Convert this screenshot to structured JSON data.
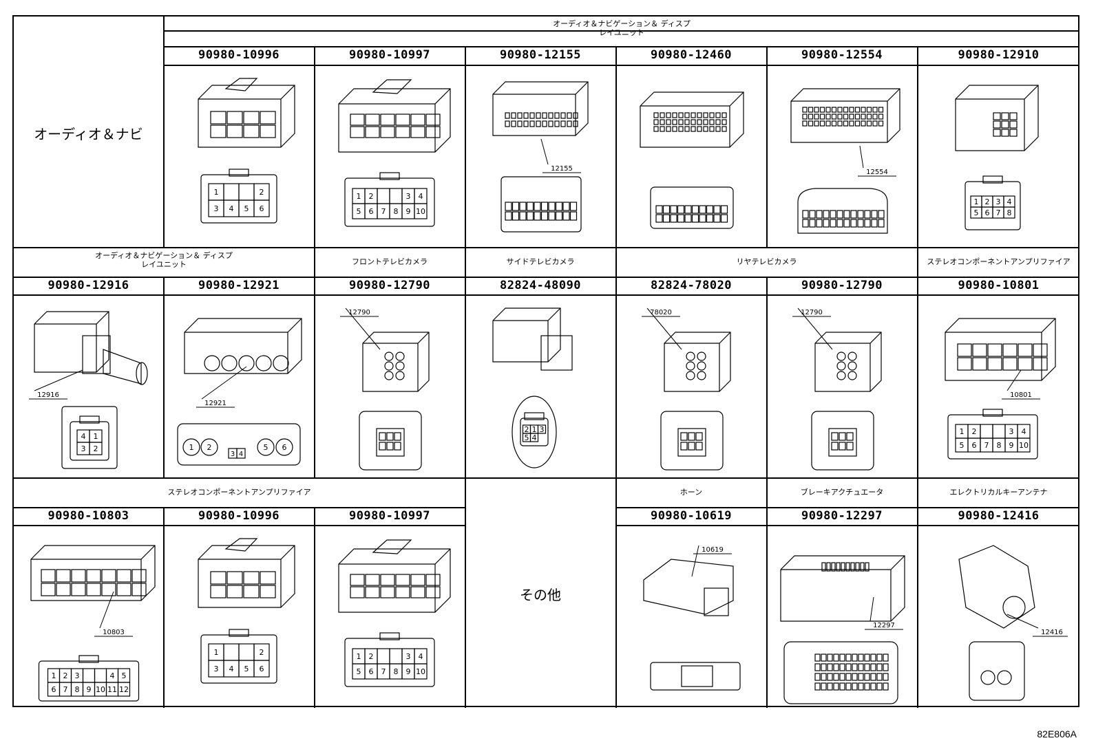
{
  "figure_id": "82E806A",
  "rows": [
    {
      "label": "オーディオ＆ナビ",
      "groups": [
        {
          "title": "オーディオ＆ナビゲーション＆ ディスプレイユニット"
        }
      ],
      "cells": [
        {
          "part": "90980-10996",
          "type": "rect-a",
          "pins": [
            "1",
            "2",
            "3",
            "4",
            "5",
            "6"
          ],
          "callout": ""
        },
        {
          "part": "90980-10997",
          "type": "rect-b",
          "pins": [
            "1",
            "2",
            "3",
            "4",
            "5",
            "6",
            "7",
            "8",
            "9",
            "10"
          ],
          "callout": ""
        },
        {
          "part": "90980-12155",
          "type": "multi-a",
          "pins": [],
          "callout": "12155"
        },
        {
          "part": "90980-12460",
          "type": "multi-b",
          "pins": [],
          "callout": ""
        },
        {
          "part": "90980-12554",
          "type": "multi-c",
          "pins": [],
          "callout": "12554"
        },
        {
          "part": "90980-12910",
          "type": "small-8",
          "pins": [
            "1",
            "2",
            "3",
            "4",
            "5",
            "6",
            "7",
            "8"
          ],
          "callout": ""
        }
      ]
    },
    {
      "label": "",
      "groups": [
        {
          "title": "オーディオ＆ナビゲーション＆ ディスプレイユニット"
        },
        {
          "title": "フロントテレビカメラ"
        },
        {
          "title": "サイドテレビカメラ"
        },
        {
          "title": "リヤテレビカメラ"
        },
        {
          "title": "ステレオコンポーネントアンプリファイア"
        }
      ],
      "cells": [
        {
          "part": "90980-12916",
          "type": "coax",
          "pins": [
            "4",
            "1",
            "3",
            "2"
          ],
          "callout": "12916"
        },
        {
          "part": "90980-12921",
          "type": "round-6",
          "pins": [
            "1",
            "2",
            "3",
            "4",
            "5",
            "6"
          ],
          "callout": "12921"
        },
        {
          "part": "90980-12790",
          "type": "hex",
          "pins": [],
          "callout": "12790"
        },
        {
          "part": "82824-48090",
          "type": "side-cam",
          "pins": [
            "2",
            "1",
            "3",
            "5",
            "4"
          ],
          "callout": ""
        },
        {
          "part": "82824-78020",
          "type": "hex",
          "pins": [],
          "callout": "78020"
        },
        {
          "part": "90980-12790",
          "type": "hex",
          "pins": [],
          "callout": "12790"
        },
        {
          "part": "90980-10801",
          "type": "rect-c",
          "pins": [
            "1",
            "2",
            "3",
            "4",
            "5",
            "6",
            "7",
            "8",
            "9",
            "10"
          ],
          "callout": "10801"
        }
      ]
    },
    {
      "label": "",
      "groups": [
        {
          "title": "ステレオコンポーネントアンプリファイア"
        },
        {
          "title": "ホーン"
        },
        {
          "title": "ブレーキアクチュエータ"
        },
        {
          "title": "エレクトリカルキーアンテナ"
        }
      ],
      "other_label": "その他",
      "cells": [
        {
          "part": "90980-10803",
          "type": "rect-12",
          "pins": [
            "1",
            "2",
            "3",
            "4",
            "5",
            "6",
            "7",
            "8",
            "9",
            "10",
            "11",
            "12"
          ],
          "callout": "10803"
        },
        {
          "part": "90980-10996",
          "type": "rect-a",
          "pins": [
            "1",
            "2",
            "3",
            "4",
            "5",
            "6"
          ],
          "callout": ""
        },
        {
          "part": "90980-10997",
          "type": "rect-b",
          "pins": [
            "1",
            "2",
            "3",
            "4",
            "5",
            "6",
            "7",
            "8",
            "9",
            "10"
          ],
          "callout": ""
        },
        {
          "part": "90980-10619",
          "type": "horn",
          "pins": [],
          "callout": "10619"
        },
        {
          "part": "90980-12297",
          "type": "brake",
          "pins": [],
          "callout": "12297"
        },
        {
          "part": "90980-12416",
          "type": "antenna",
          "pins": [],
          "callout": "12416"
        }
      ]
    }
  ]
}
